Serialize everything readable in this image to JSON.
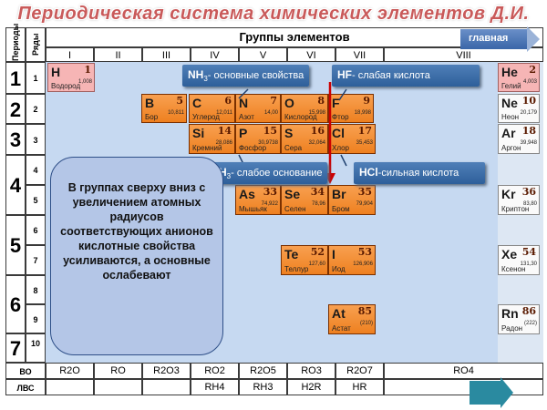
{
  "title": "Периодическая система химических элементов  Д.И. Менделеева",
  "header": {
    "periods_label": "Периоды",
    "rows_label": "Ряды",
    "groups_label": "Группы элементов",
    "groups": [
      "I",
      "II",
      "III",
      "IV",
      "V",
      "VI",
      "VII",
      "VIII"
    ]
  },
  "nav": {
    "main_label": "главная"
  },
  "periods": [
    "1",
    "2",
    "3",
    "4",
    "5",
    "6",
    "7"
  ],
  "rows": [
    "1",
    "2",
    "3",
    "4",
    "5",
    "6",
    "7",
    "8",
    "9",
    "10"
  ],
  "elements": {
    "H": {
      "sym": "H",
      "num": "1",
      "mass": "1,008",
      "name": "Водород"
    },
    "He": {
      "sym": "He",
      "num": "2",
      "mass": "4,003",
      "name": "Гелий"
    },
    "B": {
      "sym": "B",
      "num": "5",
      "mass": "10,811",
      "name": "Бор"
    },
    "C": {
      "sym": "C",
      "num": "6",
      "mass": "12,011",
      "name": "Углерод"
    },
    "N": {
      "sym": "N",
      "num": "7",
      "mass": "14,00",
      "name": "Азот"
    },
    "O": {
      "sym": "O",
      "num": "8",
      "mass": "15,998",
      "name": "Кислород"
    },
    "F": {
      "sym": "F",
      "num": "9",
      "mass": "18,998",
      "name": "Фтор"
    },
    "Ne": {
      "sym": "Ne",
      "num": "10",
      "mass": "20,179",
      "name": "Неон"
    },
    "Si": {
      "sym": "Si",
      "num": "14",
      "mass": "28,086",
      "name": "Кремний"
    },
    "P": {
      "sym": "P",
      "num": "15",
      "mass": "30,9738",
      "name": "Фосфор"
    },
    "S": {
      "sym": "S",
      "num": "16",
      "mass": "32,064",
      "name": "Сера"
    },
    "Cl": {
      "sym": "Cl",
      "num": "17",
      "mass": "35,453",
      "name": "Хлор"
    },
    "Ar": {
      "sym": "Ar",
      "num": "18",
      "mass": "39,948",
      "name": "Аргон"
    },
    "As": {
      "sym": "As",
      "num": "33",
      "mass": "74,922",
      "name": "Мышьяк"
    },
    "Se": {
      "sym": "Se",
      "num": "34",
      "mass": "78,96",
      "name": "Селен"
    },
    "Br": {
      "sym": "Br",
      "num": "35",
      "mass": "79,904",
      "name": "Бром"
    },
    "Kr": {
      "sym": "Kr",
      "num": "36",
      "mass": "83,80",
      "name": "Криптон"
    },
    "Te": {
      "sym": "Te",
      "num": "52",
      "mass": "127,60",
      "name": "Теллур"
    },
    "I": {
      "sym": "I",
      "num": "53",
      "mass": "126,906",
      "name": "Иод"
    },
    "Xe": {
      "sym": "Xe",
      "num": "54",
      "mass": "131,30",
      "name": "Ксенон"
    },
    "At": {
      "sym": "At",
      "num": "85",
      "mass": "(210)",
      "name": "Астат"
    },
    "Rn": {
      "sym": "Rn",
      "num": "86",
      "mass": "(222)",
      "name": "Радон"
    }
  },
  "callouts": {
    "nh3_formula": "NH",
    "nh3_sub": "3",
    "nh3_text": "- основные свойства",
    "hf_formula": "HF",
    "hf_text": "- слабая кислота",
    "ph3_formula": "PH",
    "ph3_sub": "3",
    "ph3_text": "- слабое основание",
    "hcl_formula": "HCl",
    "hcl_text": "-сильная кислота"
  },
  "note": "В группах сверху вниз с увеличением атомных радиусов соответствующих анионов кислотные свойства усиливаются, а основные ослабевают",
  "bottom": {
    "vo_label": "ВО",
    "lvs_label": "ЛВС",
    "oxides": [
      "R2O",
      "RO",
      "R2O3",
      "RO2",
      "R2O5",
      "RO3",
      "R2O7",
      "RO4"
    ],
    "hydrides": [
      "",
      "",
      "",
      "RH4",
      "RH3",
      "H2R",
      "HR",
      ""
    ]
  },
  "colors": {
    "accent": "#ee8020",
    "panel": "#c6d9f1",
    "noble_gas": "#f6b5b5",
    "callout": "#2e5f9a",
    "arrow": "#cc0000"
  }
}
